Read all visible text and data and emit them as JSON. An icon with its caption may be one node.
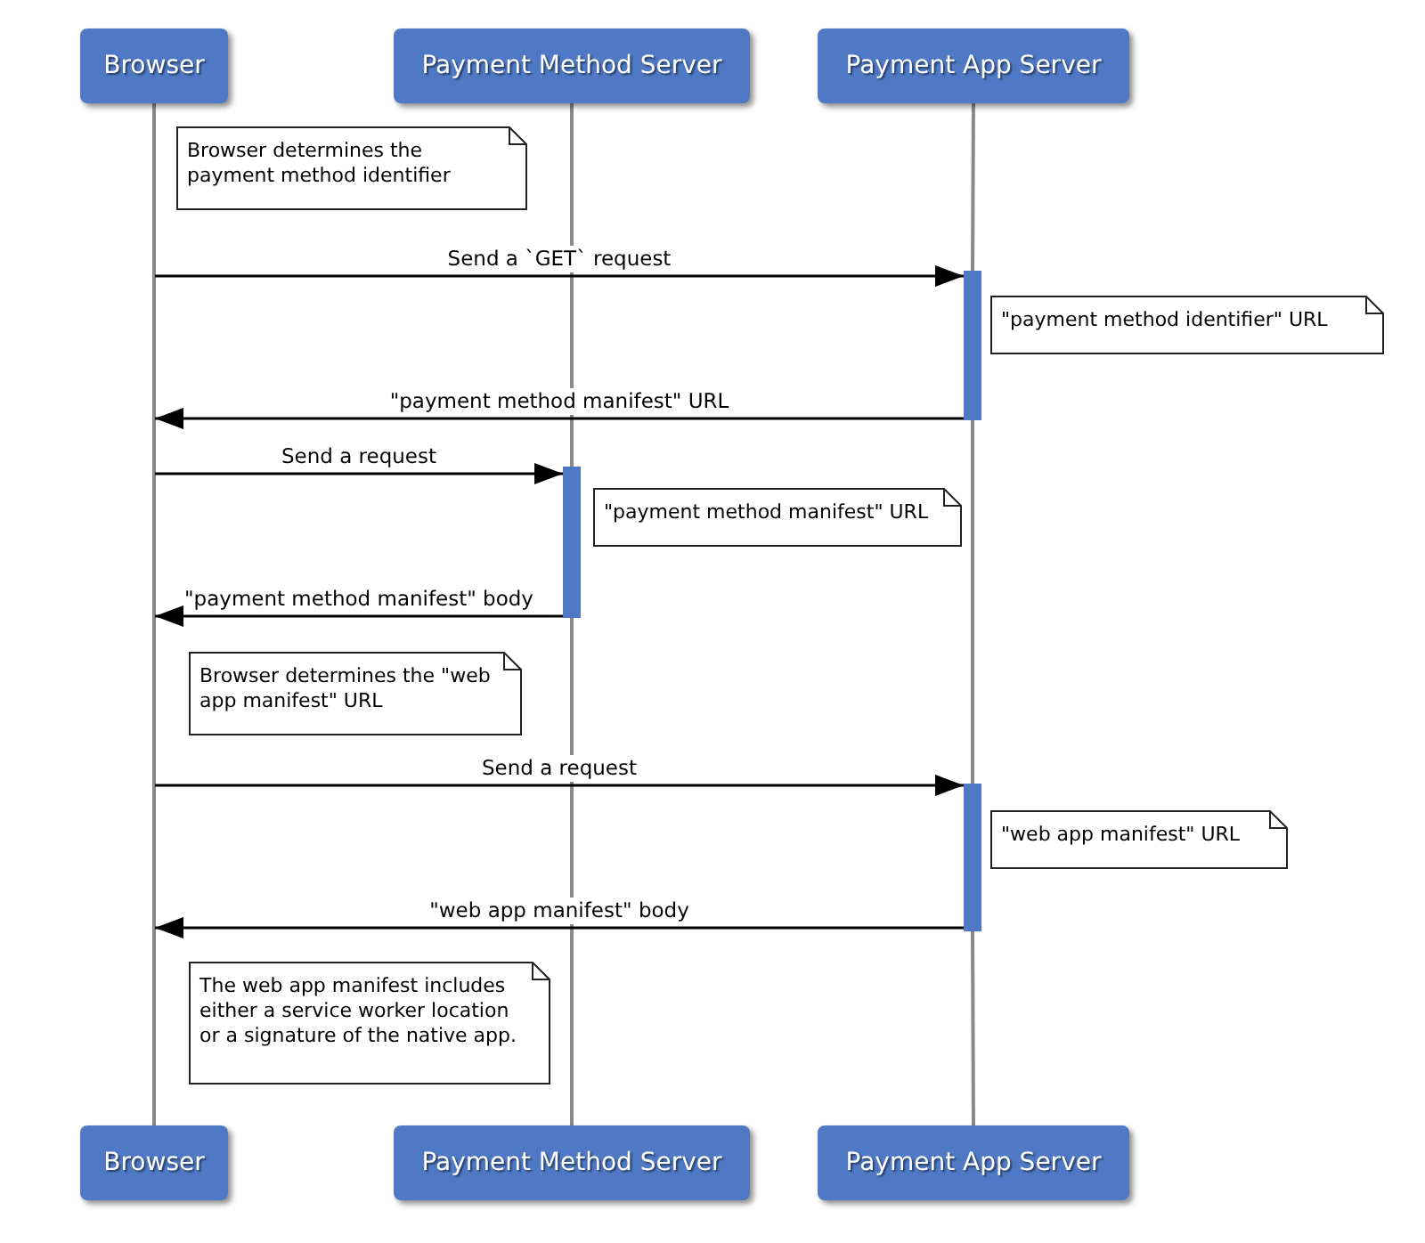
{
  "diagram": {
    "nodes": [
      {
        "text": [
          "Browser"
        ]
      },
      {
        "text": [
          "Payment Method Server"
        ]
      },
      {
        "text": [
          "Payment App Server"
        ]
      },
      {
        "text": [
          "Browser determines the payment method identifier"
        ]
      },
      {
        "text": [],
        "shape": "bar"
      },
      {
        "text": [
          "\"payment method identifier\" URL"
        ]
      },
      {
        "text": [],
        "shape": "bar"
      },
      {
        "text": [
          "\"payment method manifest\" URL"
        ]
      },
      {
        "text": [
          "Browser determines the \"web app manifest\" URL"
        ]
      },
      {
        "text": [],
        "shape": "bar"
      },
      {
        "text": [
          "\"web app manifest\" URL"
        ]
      },
      {
        "text": [
          "The web app manifest includes either a service worker location or a signature of the native app."
        ]
      },
      {
        "text": [
          "Browser"
        ]
      },
      {
        "text": [
          "Payment Method Server"
        ]
      },
      {
        "text": [
          "Payment App Server"
        ]
      }
    ],
    "edges": [
      {
        "from": 0,
        "to": 12,
        "arrow": "none",
        "color": "#8a8a8a"
      },
      {
        "from": 1,
        "to": 6,
        "arrow": "none",
        "color": "#8a8a8a"
      },
      {
        "from": 6,
        "to": 13,
        "arrow": "none",
        "color": "#8a8a8a"
      },
      {
        "from": 2,
        "to": 4,
        "arrow": "none",
        "color": "#8a8a8a"
      },
      {
        "from": 4,
        "to": 9,
        "arrow": "none",
        "color": "#8a8a8a"
      },
      {
        "from": 9,
        "to": 14,
        "arrow": "none",
        "color": "#8a8a8a"
      },
      {
        "from": null,
        "to": 4,
        "arrow": "to",
        "label": "Send a `GET` request",
        "color": "#000000"
      },
      {
        "from": 4,
        "to": null,
        "arrow": "to",
        "label": "\"payment method manifest\" URL",
        "color": "#000000"
      },
      {
        "from": null,
        "to": 6,
        "arrow": "to",
        "label": "Send a request",
        "color": "#000000"
      },
      {
        "from": 6,
        "to": null,
        "arrow": "to",
        "label": "\"payment method manifest\" body",
        "color": "#000000"
      },
      {
        "from": null,
        "to": 9,
        "arrow": "to",
        "label": "Send a request",
        "color": "#000000"
      },
      {
        "from": 9,
        "to": null,
        "arrow": "to",
        "label": "\"web app manifest\" body",
        "color": "#000000"
      }
    ]
  }
}
